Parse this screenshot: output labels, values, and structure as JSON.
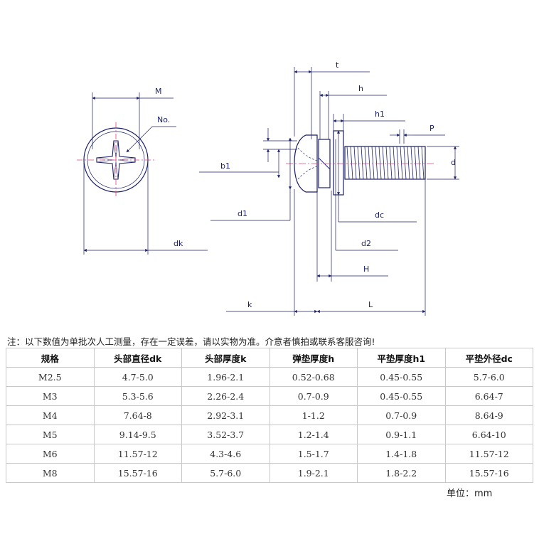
{
  "diagram": {
    "labels": {
      "M": "M",
      "No": "No.",
      "dk": "dk",
      "t": "t",
      "h": "h",
      "h1": "h1",
      "P": "P",
      "d": "d",
      "b1": "b1",
      "d1": "d1",
      "dc": "dc",
      "d2": "d2",
      "H": "H",
      "k": "k",
      "L": "L"
    }
  },
  "note": "注：以下数值为单批次人工测量，存在一定误差，请以实物为准。介意者慎拍或联系客服咨询!",
  "table": {
    "headers": [
      "规格",
      "头部直径dk",
      "头部厚度k",
      "弹垫厚度h",
      "平垫厚度h1",
      "平垫外径dc"
    ],
    "rows": [
      [
        "M2.5",
        "4.7-5.0",
        "1.96-2.1",
        "0.52-0.68",
        "0.45-0.55",
        "5.7-6.0"
      ],
      [
        "M3",
        "5.3-5.6",
        "2.26-2.4",
        "0.7-0.9",
        "0.45-0.55",
        "6.64-7"
      ],
      [
        "M4",
        "7.64-8",
        "2.92-3.1",
        "1-1.2",
        "0.7-0.9",
        "8.64-9"
      ],
      [
        "M5",
        "9.14-9.5",
        "3.52-3.7",
        "1.2-1.4",
        "0.9-1.1",
        "6.64-10"
      ],
      [
        "M6",
        "11.57-12",
        "4.3-4.6",
        "1.5-1.7",
        "1.4-1.8",
        "11.57-12"
      ],
      [
        "M8",
        "15.57-16",
        "5.7-6.0",
        "1.9-2.1",
        "1.8-2.2",
        "15.57-16"
      ]
    ]
  },
  "unit": "单位：mm",
  "colors": {
    "line": "#1a1f6b",
    "center": "#e0457b",
    "fill": "#ffffff"
  }
}
